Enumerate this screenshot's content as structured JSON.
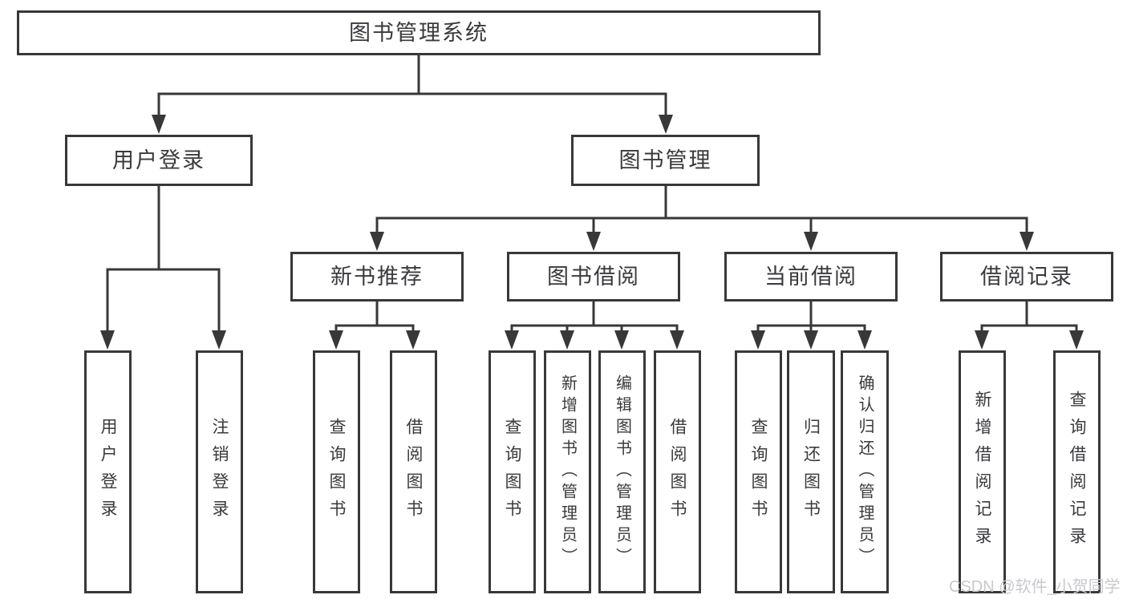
{
  "title": {
    "label": "图书管理系统"
  },
  "level2": [
    {
      "label": "用户登录"
    },
    {
      "label": "图书管理"
    }
  ],
  "level3": [
    {
      "label": "新书推荐"
    },
    {
      "label": "图书借阅"
    },
    {
      "label": "当前借阅"
    },
    {
      "label": "借阅记录"
    }
  ],
  "level4": {
    "user_login": [
      {
        "label": "用户登录"
      },
      {
        "label": "注销登录"
      }
    ],
    "new_book": [
      {
        "label": "查询图书"
      },
      {
        "label": "借阅图书"
      }
    ],
    "borrow": [
      {
        "label": "查询图书"
      },
      {
        "label": "新增图书（管理员）"
      },
      {
        "label": "编辑图书（管理员）"
      },
      {
        "label": "借阅图书"
      }
    ],
    "current": [
      {
        "label": "查询图书"
      },
      {
        "label": "归还图书"
      },
      {
        "label": "确认归还（管理员）"
      }
    ],
    "records": [
      {
        "label": "新增借阅记录"
      },
      {
        "label": "查询借阅记录"
      }
    ]
  },
  "watermark": {
    "text": "CSDN @软件_小贺同学"
  },
  "colors": {
    "line": "#38383a",
    "text": "#3a3a3e",
    "watermark": "#c9c9ce",
    "background": "#ffffff"
  }
}
